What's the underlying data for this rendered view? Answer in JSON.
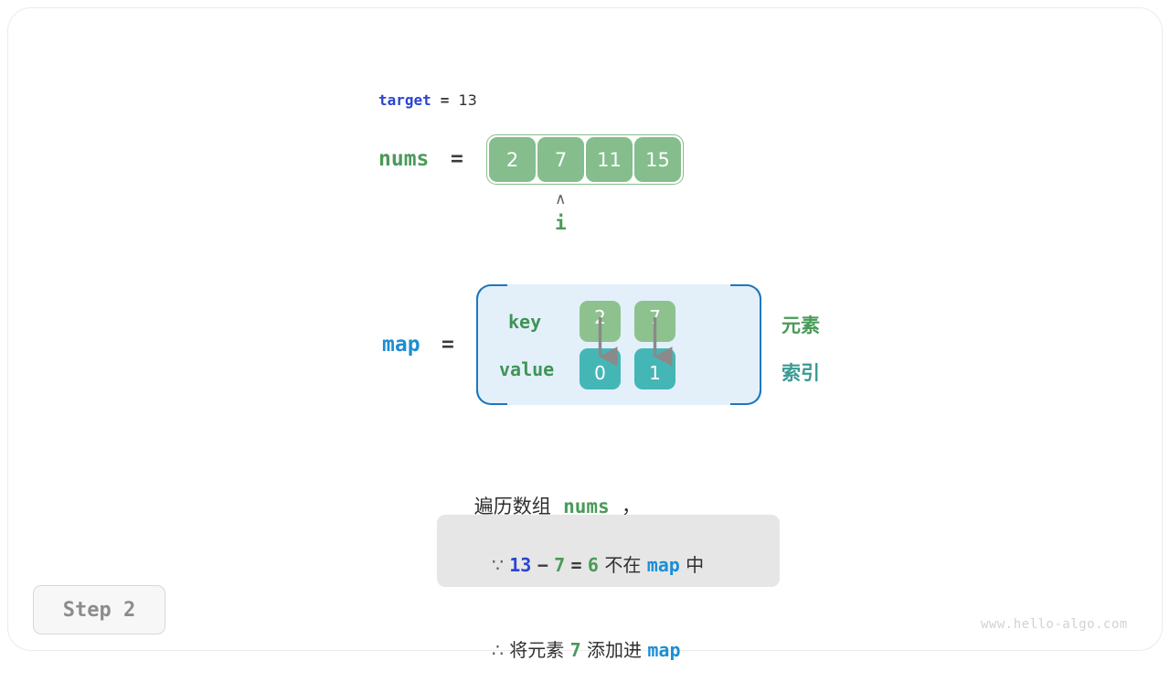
{
  "meta": {
    "step_badge": "Step 2",
    "watermark": "www.hello-algo.com"
  },
  "target_row": {
    "label": "target",
    "equals": "=",
    "value": "13"
  },
  "nums_row": {
    "label": "nums",
    "equals": "=",
    "cells": [
      "2",
      "7",
      "11",
      "15"
    ],
    "pointer_caret": "∧",
    "pointer_name": "i",
    "pointer_index": 1
  },
  "map_section": {
    "label": "map",
    "equals": "=",
    "row_labels": {
      "key": "key",
      "value": "value"
    },
    "keys": [
      "2",
      "7"
    ],
    "values": [
      "0",
      "1"
    ],
    "side_labels": {
      "element": "元素",
      "index": "索引"
    },
    "arrow_icon": "down-arrow-icon"
  },
  "description": {
    "line_prefix": "遍历数组",
    "line_var": "nums",
    "line_suffix": "，"
  },
  "note": {
    "line1": {
      "because_symbol": "∵",
      "a": "13",
      "minus": "−",
      "b": "7",
      "eq": "=",
      "result": "6",
      "text_mid": "不在",
      "var": "map",
      "text_end": "中"
    },
    "line2": {
      "therefore_symbol": "∴",
      "text_start": "将元素",
      "num": "7",
      "text_mid": "添加进",
      "var": "map"
    }
  },
  "colors": {
    "blue_var": "#2b45d0",
    "green_var": "#4a9a59",
    "cyan_var": "#1c8ed4",
    "array_cell": "#85bd8c",
    "map_key_cell": "#8dc28f",
    "map_value_cell": "#45b6b6",
    "map_box_bg": "#e3f0fa",
    "map_box_border": "#2077be",
    "note_bg": "#e6e6e6",
    "arrow": "#8a8a8a"
  }
}
